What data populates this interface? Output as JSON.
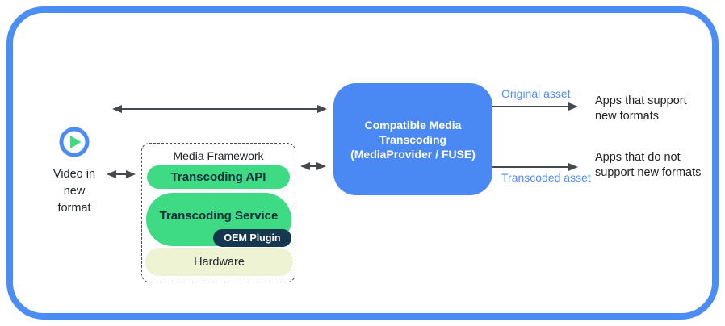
{
  "source": {
    "play_icon": "play-icon",
    "label": "Video in\nnew\nformat"
  },
  "media_framework": {
    "title": "Media Framework",
    "layers": [
      {
        "label": "Transcoding API"
      },
      {
        "label": "Transcoding Service",
        "sublabel": "OEM Plugin"
      },
      {
        "label": "Hardware"
      }
    ]
  },
  "transcoding_box": {
    "label": "Compatible Media\nTranscoding\n(MediaProvider / FUSE)"
  },
  "outputs": [
    {
      "arrow_label": "Original asset",
      "target": "Apps that support\nnew formats"
    },
    {
      "arrow_label": "Transcoded asset",
      "target": "Apps that do not\nsupport new formats"
    }
  ],
  "colors": {
    "frame_blue": "#4c8cf5",
    "box_blue": "#4a88f4",
    "android_green": "#3fdb84",
    "navy": "#16384e",
    "pale_green": "#edf3d3",
    "label_blue": "#4d8ef5",
    "arrow_gray": "#45484d"
  }
}
